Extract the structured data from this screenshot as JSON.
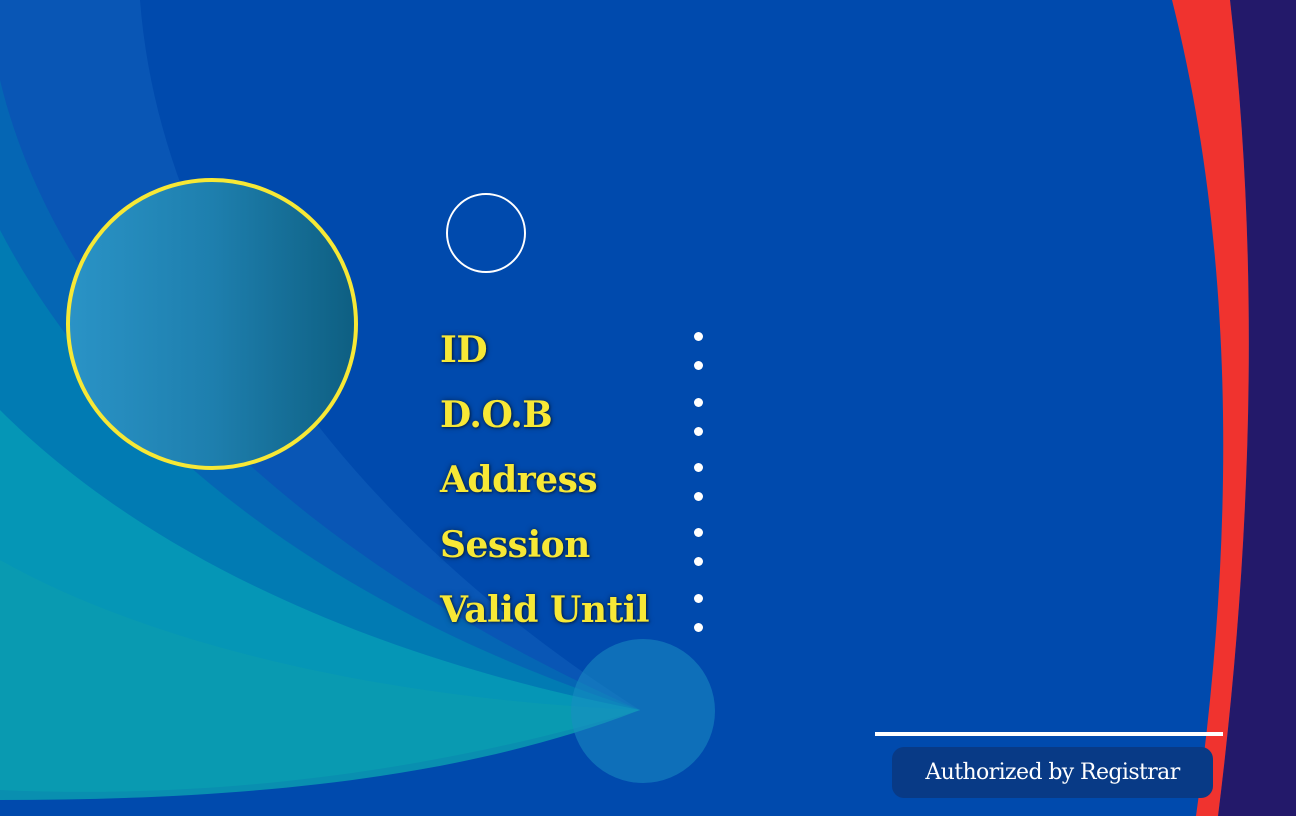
{
  "card": {
    "fields": [
      {
        "label": "ID"
      },
      {
        "label": "D.O.B"
      },
      {
        "label": "Address"
      },
      {
        "label": "Session"
      },
      {
        "label": "Valid Until"
      }
    ],
    "authorized_label": "Authorized by Registrar"
  },
  "colors": {
    "background": "#004aad",
    "accent_yellow": "#f7e836",
    "accent_red": "#f0332f",
    "side_band": "#23196a",
    "teal": "#0096b4",
    "badge": "#083a86"
  },
  "icons": [
    "photo-placeholder",
    "logo-ring"
  ]
}
